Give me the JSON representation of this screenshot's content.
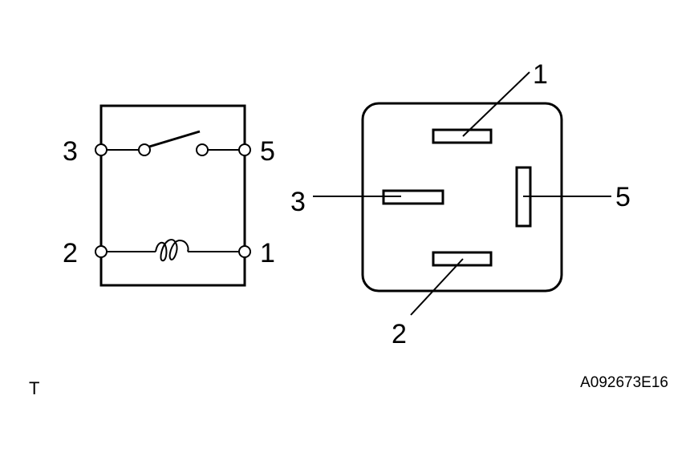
{
  "relay_schematic": {
    "terminals": {
      "t3": "3",
      "t5": "5",
      "t2": "2",
      "t1": "1"
    }
  },
  "connector_view": {
    "terminals": {
      "t1": "1",
      "t3": "3",
      "t5": "5",
      "t2": "2"
    }
  },
  "footer": {
    "left_mark": "T",
    "figure_code": "A092673E16"
  }
}
